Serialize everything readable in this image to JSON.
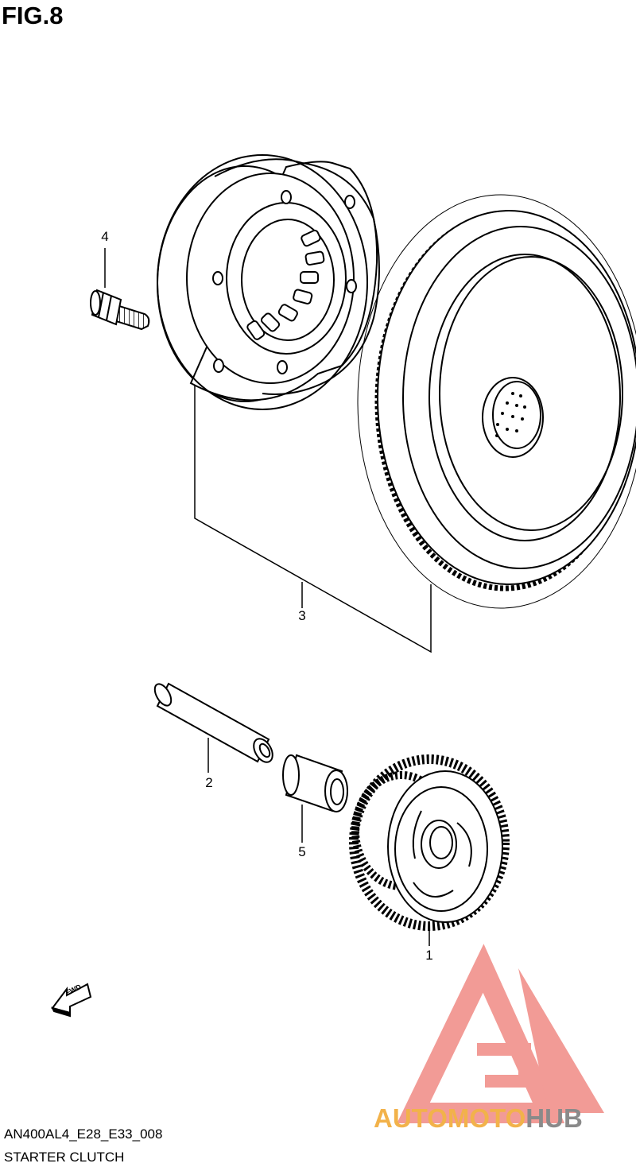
{
  "figure": {
    "title": "FIG.8"
  },
  "callouts": [
    {
      "id": "1",
      "label": "1"
    },
    {
      "id": "2",
      "label": "2"
    },
    {
      "id": "3",
      "label": "3"
    },
    {
      "id": "4",
      "label": "4"
    },
    {
      "id": "5",
      "label": "5"
    }
  ],
  "fwd_arrow": {
    "label": "FWD"
  },
  "footer": {
    "code": "AN400AL4_E28_E33_008",
    "name": "STARTER CLUTCH"
  },
  "watermark": {
    "part1": "AUTOMOTO",
    "part2": "HUB",
    "color1": "#f2b24a",
    "color2": "#8a8a8a",
    "logo_color": "#f08a84"
  }
}
